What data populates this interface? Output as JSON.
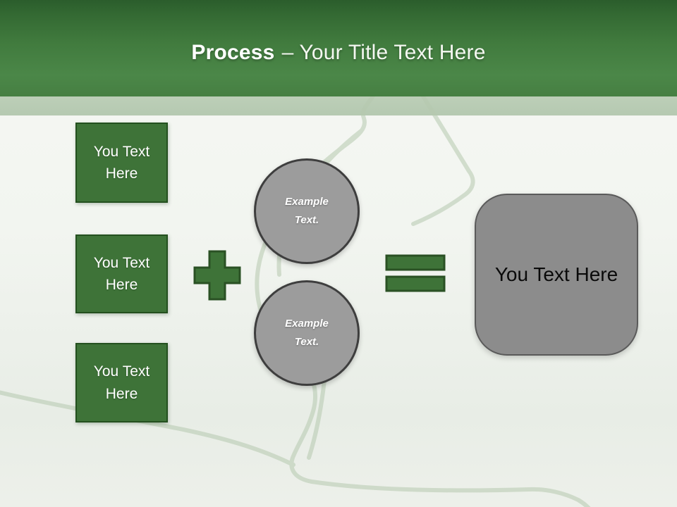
{
  "header": {
    "title_bold": "Process",
    "title_rest": "– Your Title Text Here"
  },
  "input_boxes": [
    {
      "label": "You Text Here"
    },
    {
      "label": "You Text Here"
    },
    {
      "label": "You Text Here"
    }
  ],
  "icons": {
    "plus": "plus-sign",
    "equals": "equals-sign"
  },
  "example_circles": [
    {
      "label": "Example Text."
    },
    {
      "label": "Example Text."
    }
  ],
  "result_box": {
    "label": "You Text Here"
  },
  "colors": {
    "header_green_dark": "#2b5d2c",
    "header_green_light": "#4b8748",
    "accent_strip": "#b7cab3",
    "shape_green": "#3e7338",
    "shape_green_border": "#24501f",
    "circle_gray": "#9c9c9c",
    "circle_border": "#3e3e3e",
    "result_gray": "#8c8c8c",
    "result_border": "#5a5a5a",
    "background": "#f1f4ef",
    "decor_line": "#b6c9af"
  }
}
